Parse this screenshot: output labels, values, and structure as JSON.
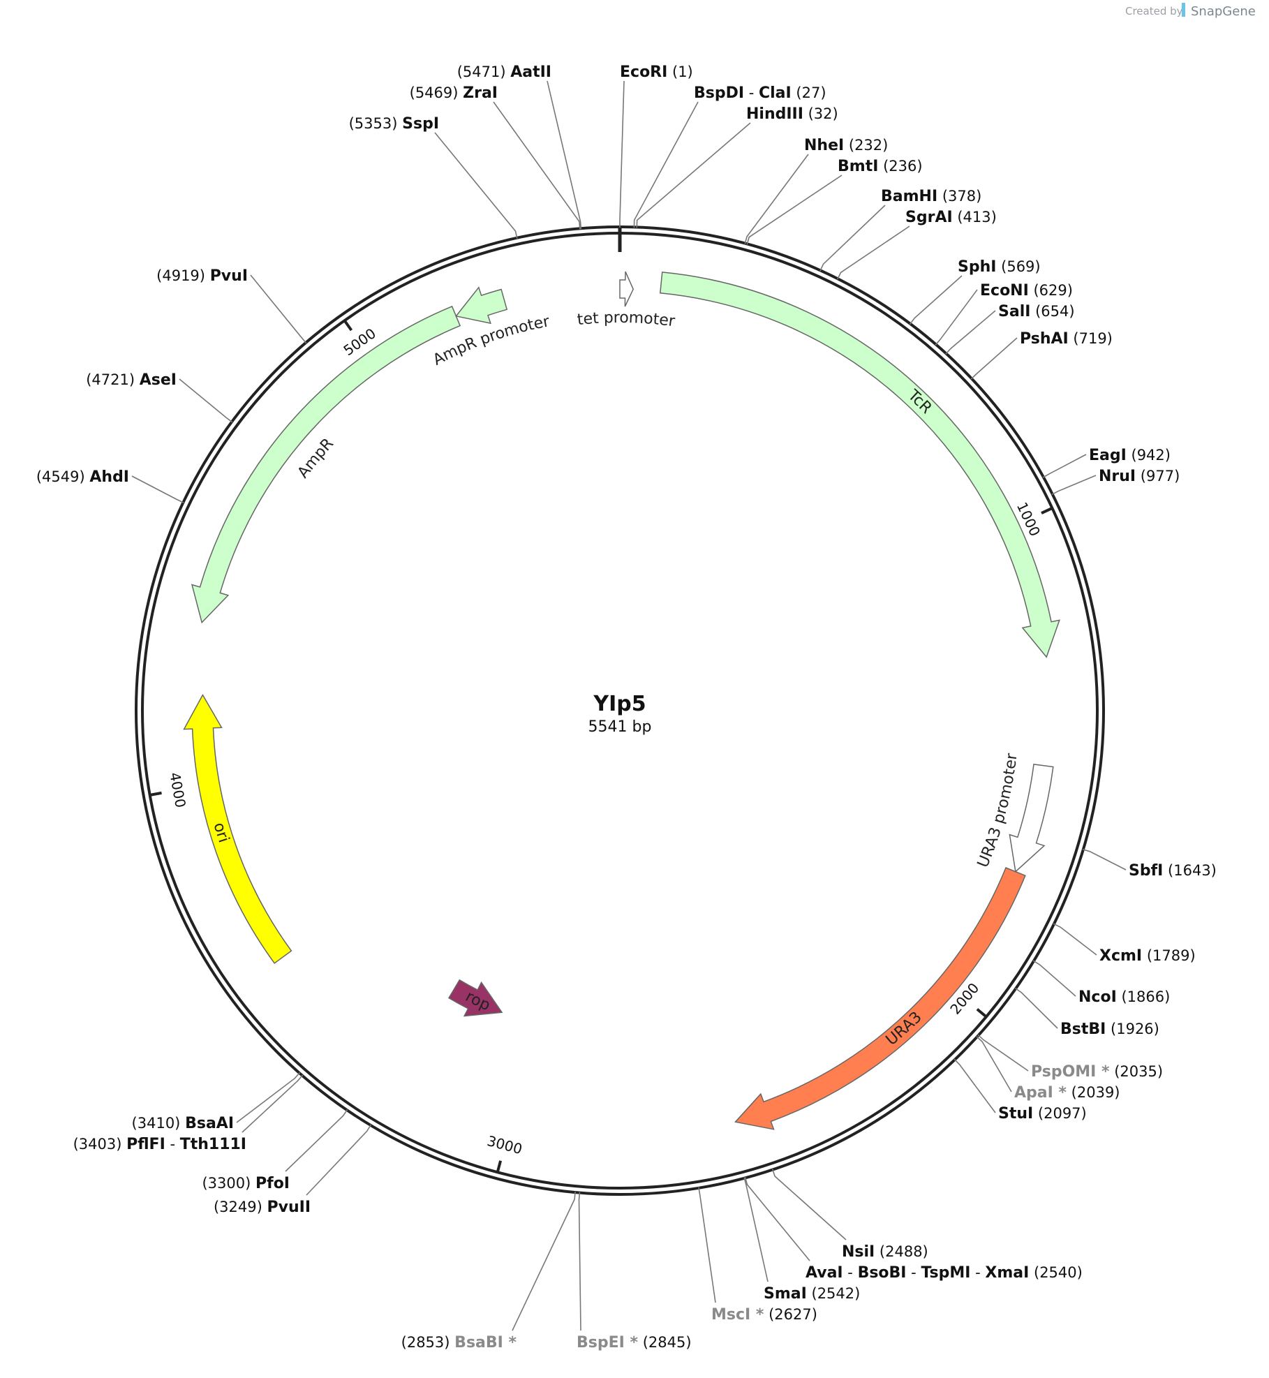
{
  "plasmid": {
    "name": "YIp5",
    "size_label": "5541 bp",
    "length": 5541
  },
  "credit": {
    "prefix": "Created by",
    "brand": "SnapGene"
  },
  "colors": {
    "ring": "#222222",
    "green": "#ccffcc",
    "yellow": "#ffff00",
    "orange": "#ff7f50",
    "rop": "#993366",
    "gray_text": "#8a8a8a"
  },
  "features": [
    {
      "name": "tet promoter",
      "start": 1,
      "end": 29,
      "color": "#ffffff",
      "label": "tet promoter"
    },
    {
      "name": "TcR",
      "start": 86,
      "end": 1276,
      "color": "#ccffcc",
      "label": "TcR"
    },
    {
      "name": "URA3 promoter",
      "start": 1500,
      "end": 1727,
      "color": "#ffffff",
      "label": "URA3 promoter"
    },
    {
      "name": "URA3",
      "start": 1727,
      "end": 2530,
      "color": "#ff7f50",
      "label": "URA3"
    },
    {
      "name": "rop",
      "start": 3100,
      "end": 3245,
      "color": "#993366",
      "label": "rop"
    },
    {
      "name": "ori",
      "start": 3600,
      "end": 4190,
      "color": "#ffff00",
      "label": "ori"
    },
    {
      "name": "AmpR",
      "start": 4340,
      "end": 5195,
      "color": "#ccffcc",
      "label": "AmpR"
    },
    {
      "name": "AmpR promoter",
      "start": 5195,
      "end": 5300,
      "color": "#ccffcc",
      "label": "AmpR promoter"
    }
  ],
  "ticks": [
    {
      "pos": 1000,
      "label": "1000"
    },
    {
      "pos": 2000,
      "label": "2000"
    },
    {
      "pos": 3000,
      "label": "3000"
    },
    {
      "pos": 4000,
      "label": "4000"
    },
    {
      "pos": 5000,
      "label": "5000"
    }
  ],
  "sites": [
    {
      "id": "aatii",
      "names": [
        "AatII"
      ],
      "position": "(5471)",
      "bp": 5471,
      "gray": false
    },
    {
      "id": "zrai",
      "names": [
        "ZraI"
      ],
      "position": "(5469)",
      "bp": 5469,
      "gray": false
    },
    {
      "id": "sspi",
      "names": [
        "SspI"
      ],
      "position": "(5353)",
      "bp": 5353,
      "gray": false
    },
    {
      "id": "ecori",
      "names": [
        "EcoRI"
      ],
      "position": "(1)",
      "bp": 1,
      "gray": false
    },
    {
      "id": "bspdi-clai",
      "names": [
        "BspDI",
        "ClaI"
      ],
      "position": "(27)",
      "bp": 27,
      "gray": false
    },
    {
      "id": "hindiii",
      "names": [
        "HindIII"
      ],
      "position": "(32)",
      "bp": 32,
      "gray": false
    },
    {
      "id": "nhei",
      "names": [
        "NheI"
      ],
      "position": "(232)",
      "bp": 232,
      "gray": false
    },
    {
      "id": "bmti",
      "names": [
        "BmtI"
      ],
      "position": "(236)",
      "bp": 236,
      "gray": false
    },
    {
      "id": "bamhi",
      "names": [
        "BamHI"
      ],
      "position": "(378)",
      "bp": 378,
      "gray": false
    },
    {
      "id": "sgrai",
      "names": [
        "SgrAI"
      ],
      "position": "(413)",
      "bp": 413,
      "gray": false
    },
    {
      "id": "sphi",
      "names": [
        "SphI"
      ],
      "position": "(569)",
      "bp": 569,
      "gray": false
    },
    {
      "id": "econi",
      "names": [
        "EcoNI"
      ],
      "position": "(629)",
      "bp": 629,
      "gray": false
    },
    {
      "id": "sali",
      "names": [
        "SalI"
      ],
      "position": "(654)",
      "bp": 654,
      "gray": false
    },
    {
      "id": "pshai",
      "names": [
        "PshAI"
      ],
      "position": "(719)",
      "bp": 719,
      "gray": false
    },
    {
      "id": "eagi",
      "names": [
        "EagI"
      ],
      "position": "(942)",
      "bp": 942,
      "gray": false
    },
    {
      "id": "nrui",
      "names": [
        "NruI"
      ],
      "position": "(977)",
      "bp": 977,
      "gray": false
    },
    {
      "id": "sbfi",
      "names": [
        "SbfI"
      ],
      "position": "(1643)",
      "bp": 1643,
      "gray": false
    },
    {
      "id": "xcmi",
      "names": [
        "XcmI"
      ],
      "position": "(1789)",
      "bp": 1789,
      "gray": false
    },
    {
      "id": "ncoi",
      "names": [
        "NcoI"
      ],
      "position": "(1866)",
      "bp": 1866,
      "gray": false
    },
    {
      "id": "bstbi",
      "names": [
        "BstBI"
      ],
      "position": "(1926)",
      "bp": 1926,
      "gray": false
    },
    {
      "id": "pspomi",
      "names": [
        "PspOMI *"
      ],
      "position": "(2035)",
      "bp": 2035,
      "gray": true
    },
    {
      "id": "apai",
      "names": [
        "ApaI *"
      ],
      "position": "(2039)",
      "bp": 2039,
      "gray": true
    },
    {
      "id": "stui",
      "names": [
        "StuI"
      ],
      "position": "(2097)",
      "bp": 2097,
      "gray": false
    },
    {
      "id": "nsii",
      "names": [
        "NsiI"
      ],
      "position": "(2488)",
      "bp": 2488,
      "gray": false
    },
    {
      "id": "avai-group",
      "names": [
        "AvaI",
        "BsoBI",
        "TspMI",
        "XmaI"
      ],
      "position": "(2540)",
      "bp": 2540,
      "gray": false
    },
    {
      "id": "smai",
      "names": [
        "SmaI"
      ],
      "position": "(2542)",
      "bp": 2542,
      "gray": false
    },
    {
      "id": "msci",
      "names": [
        "MscI *"
      ],
      "position": "(2627)",
      "bp": 2627,
      "gray": true
    },
    {
      "id": "bspei",
      "names": [
        "BspEI *"
      ],
      "position": "(2845)",
      "bp": 2845,
      "gray": true
    },
    {
      "id": "bsabi",
      "names": [
        "BsaBI *"
      ],
      "position": "(2853)",
      "bp": 2853,
      "gray": true
    },
    {
      "id": "bsaai",
      "names": [
        "BsaAI"
      ],
      "position": "(3410)",
      "bp": 3410,
      "gray": false
    },
    {
      "id": "pflfi-tth111i",
      "names": [
        "PflFI",
        "Tth111I"
      ],
      "position": "(3403)",
      "bp": 3403,
      "gray": false
    },
    {
      "id": "pfoi",
      "names": [
        "PfoI"
      ],
      "position": "(3300)",
      "bp": 3300,
      "gray": false
    },
    {
      "id": "pvuii",
      "names": [
        "PvuII"
      ],
      "position": "(3249)",
      "bp": 3249,
      "gray": false
    },
    {
      "id": "pvui",
      "names": [
        "PvuI"
      ],
      "position": "(4919)",
      "bp": 4919,
      "gray": false
    },
    {
      "id": "asei",
      "names": [
        "AseI"
      ],
      "position": "(4721)",
      "bp": 4721,
      "gray": false
    },
    {
      "id": "ahdi",
      "names": [
        "AhdI"
      ],
      "position": "(4549)",
      "bp": 4549,
      "gray": false
    }
  ]
}
